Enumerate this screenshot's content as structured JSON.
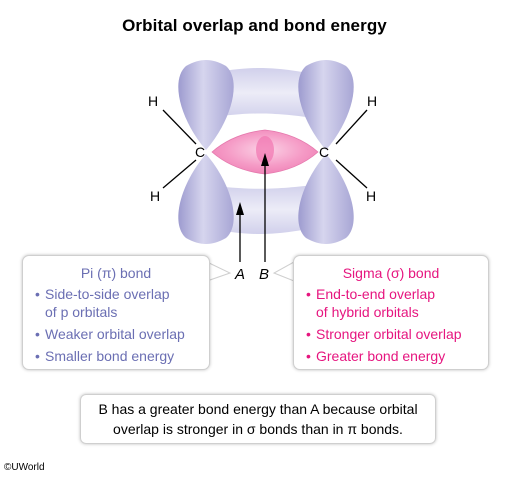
{
  "title": "Orbital overlap and bond energy",
  "atoms": {
    "carbon_left": "C",
    "carbon_right": "C",
    "hydrogen": [
      "H",
      "H",
      "H",
      "H"
    ]
  },
  "pointer_labels": {
    "a": "A",
    "b": "B"
  },
  "pi_box": {
    "heading": "Pi (π) bond",
    "bullet": "•",
    "items": [
      "Side-to-side overlap",
      "of p orbitals",
      "Weaker orbital overlap",
      "Smaller bond energy"
    ]
  },
  "sigma_box": {
    "heading": "Sigma (σ) bond",
    "bullet": "•",
    "items": [
      "End-to-end overlap",
      "of hybrid orbitals",
      "Stronger orbital overlap",
      "Greater bond energy"
    ]
  },
  "note": {
    "line1": "B has a greater bond energy than A because orbital",
    "line2": "overlap is stronger in σ bonds than in π bonds."
  },
  "copyright": "©UWorld",
  "colors": {
    "pi": "#6b6fb3",
    "sigma": "#e6157f",
    "p_orbital": "#b6b4dc",
    "sigma_orbital": "#f49ac5"
  }
}
